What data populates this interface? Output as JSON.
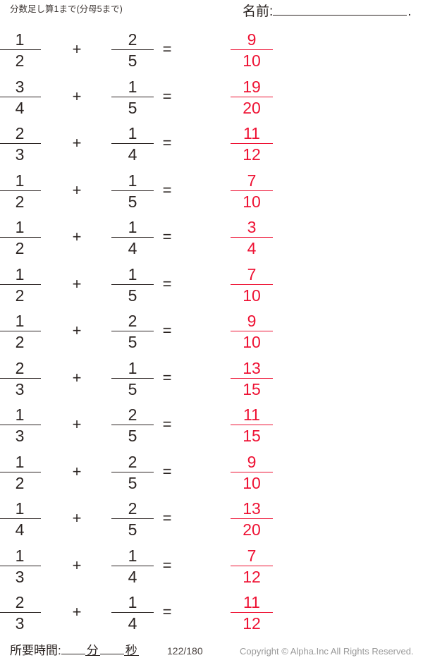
{
  "header": {
    "title": "分数足し算1まで(分母5まで)",
    "name_label": "名前:",
    "name_value": "",
    "name_trailing": "."
  },
  "symbols": {
    "plus": "+",
    "equals": "="
  },
  "colors": {
    "ink": "#2b2422",
    "answer_red": "#ee1133",
    "footer_gray": "#9a9a9a",
    "page": "#ffffff"
  },
  "problems": [
    {
      "a_num": "1",
      "a_den": "2",
      "b_num": "2",
      "b_den": "5",
      "ans_num": "9",
      "ans_den": "10"
    },
    {
      "a_num": "3",
      "a_den": "4",
      "b_num": "1",
      "b_den": "5",
      "ans_num": "19",
      "ans_den": "20"
    },
    {
      "a_num": "2",
      "a_den": "3",
      "b_num": "1",
      "b_den": "4",
      "ans_num": "11",
      "ans_den": "12"
    },
    {
      "a_num": "1",
      "a_den": "2",
      "b_num": "1",
      "b_den": "5",
      "ans_num": "7",
      "ans_den": "10"
    },
    {
      "a_num": "1",
      "a_den": "2",
      "b_num": "1",
      "b_den": "4",
      "ans_num": "3",
      "ans_den": "4"
    },
    {
      "a_num": "1",
      "a_den": "2",
      "b_num": "1",
      "b_den": "5",
      "ans_num": "7",
      "ans_den": "10"
    },
    {
      "a_num": "1",
      "a_den": "2",
      "b_num": "2",
      "b_den": "5",
      "ans_num": "9",
      "ans_den": "10"
    },
    {
      "a_num": "2",
      "a_den": "3",
      "b_num": "1",
      "b_den": "5",
      "ans_num": "13",
      "ans_den": "15"
    },
    {
      "a_num": "1",
      "a_den": "3",
      "b_num": "2",
      "b_den": "5",
      "ans_num": "11",
      "ans_den": "15"
    },
    {
      "a_num": "1",
      "a_den": "2",
      "b_num": "2",
      "b_den": "5",
      "ans_num": "9",
      "ans_den": "10"
    },
    {
      "a_num": "1",
      "a_den": "4",
      "b_num": "2",
      "b_den": "5",
      "ans_num": "13",
      "ans_den": "20"
    },
    {
      "a_num": "1",
      "a_den": "3",
      "b_num": "1",
      "b_den": "4",
      "ans_num": "7",
      "ans_den": "12"
    },
    {
      "a_num": "2",
      "a_den": "3",
      "b_num": "1",
      "b_den": "4",
      "ans_num": "11",
      "ans_den": "12"
    }
  ],
  "footer": {
    "time_label": "所要時間:",
    "minutes_unit": "分",
    "seconds_unit": "秒",
    "minutes_value": "",
    "seconds_value": "",
    "page_counter": "122/180",
    "copyright": "Copyright ©  Alpha.Inc All Rights Reserved."
  }
}
